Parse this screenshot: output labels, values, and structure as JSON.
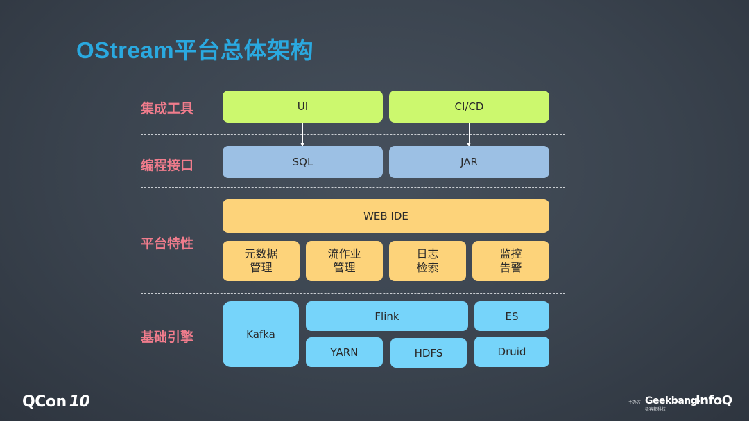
{
  "title": "OStream平台总体架构",
  "rows": {
    "integration": "集成工具",
    "programming": "编程接口",
    "platform": "平台特性",
    "engine": "基础引擎"
  },
  "boxes": {
    "ui": "UI",
    "cicd": "CI/CD",
    "sql": "SQL",
    "jar": "JAR",
    "webide": "WEB IDE",
    "metadata": [
      "元数据",
      "管理"
    ],
    "job": [
      "流作业",
      "管理"
    ],
    "log": [
      "日志",
      "检索"
    ],
    "monitor": [
      "监控",
      "告警"
    ],
    "kafka": "Kafka",
    "flink": "Flink",
    "es": "ES",
    "yarn": "YARN",
    "hdfs": "HDFS",
    "druid": "Druid"
  },
  "footer": {
    "qcon": "QCon",
    "qcon_edition": "10",
    "sponsor_label": "主办方",
    "geekbang": "Geekbang›.",
    "geekbang_sub": "极客邦科技",
    "infoq": "InfoQ"
  },
  "colors": {
    "title": "#2aa9e0",
    "row_label": "#f07c8c",
    "tools": "#ccf86e",
    "interface": "#9cc0e4",
    "features": "#fdd37a",
    "engine": "#76d4fa"
  }
}
